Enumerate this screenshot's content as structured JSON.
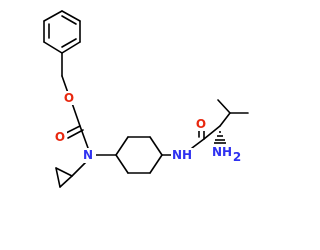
{
  "colors": {
    "bond": "#000000",
    "oxygen": "#e8280f",
    "nitrogen": "#2f32f0"
  },
  "atom_labels": {
    "ester_oxygen": "O",
    "carbonyl_oxygen_carbamate": "O",
    "carbamate_nitrogen": "N",
    "amide_nitrogen": "NH",
    "carbonyl_oxygen_amide": "O",
    "amine_nitrogen": "NH",
    "amine_subscript": "2"
  }
}
